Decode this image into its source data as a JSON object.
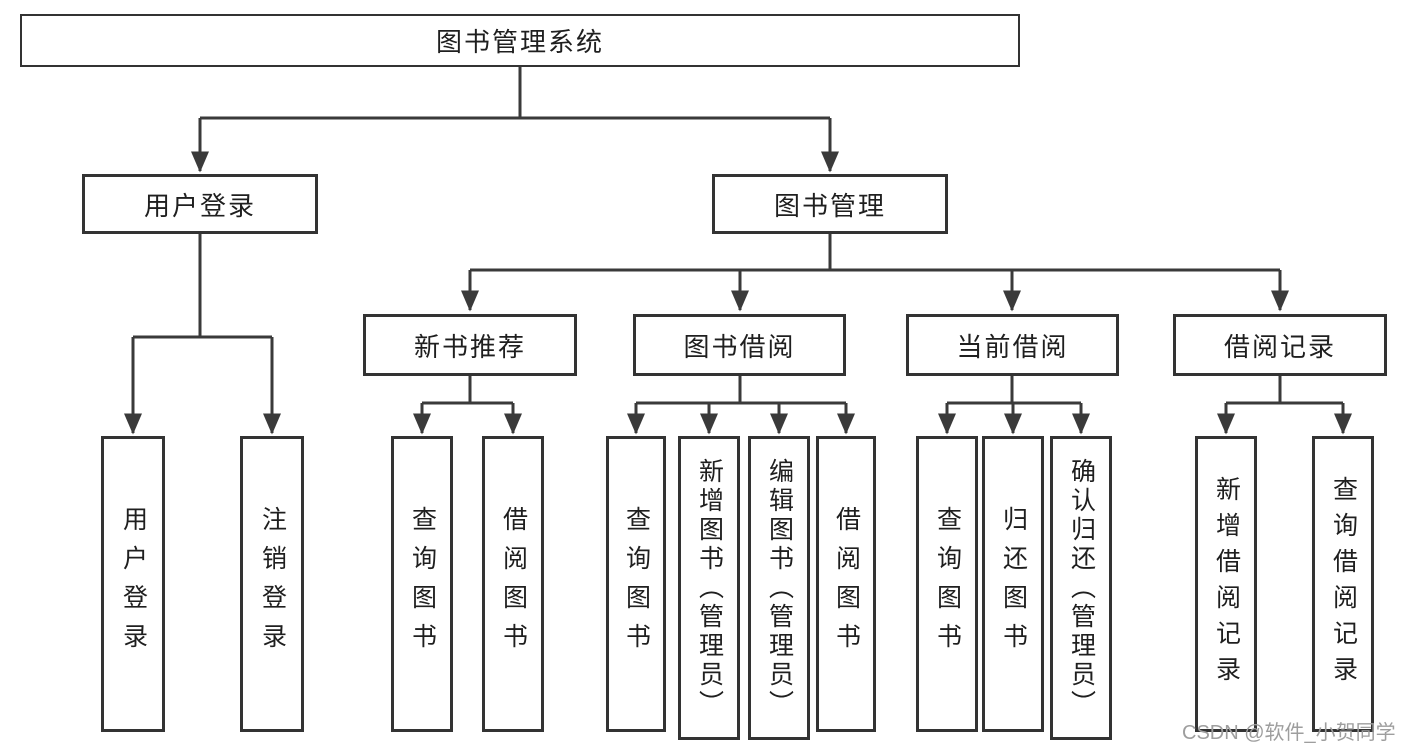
{
  "tree": {
    "label": "图书管理系统",
    "children": [
      {
        "label": "用户登录",
        "children": [
          {
            "label": "用户登录"
          },
          {
            "label": "注销登录"
          }
        ]
      },
      {
        "label": "图书管理",
        "children": [
          {
            "label": "新书推荐",
            "children": [
              {
                "label": "查询图书"
              },
              {
                "label": "借阅图书"
              }
            ]
          },
          {
            "label": "图书借阅",
            "children": [
              {
                "label": "查询图书"
              },
              {
                "label": "新增图书（管理员）"
              },
              {
                "label": "编辑图书（管理员）"
              },
              {
                "label": "借阅图书"
              }
            ]
          },
          {
            "label": "当前借阅",
            "children": [
              {
                "label": "查询图书"
              },
              {
                "label": "归还图书"
              },
              {
                "label": "确认归还（管理员）"
              }
            ]
          },
          {
            "label": "借阅记录",
            "children": [
              {
                "label": "新增借阅记录"
              },
              {
                "label": "查询借阅记录"
              }
            ]
          }
        ]
      }
    ]
  },
  "watermark": "CSDN @软件_小贺同学",
  "colors": {
    "line": "#3a3a3a",
    "box_border": "#333333",
    "text": "#1f1f1f",
    "watermark": "#9e9e9e",
    "background": "#ffffff"
  }
}
